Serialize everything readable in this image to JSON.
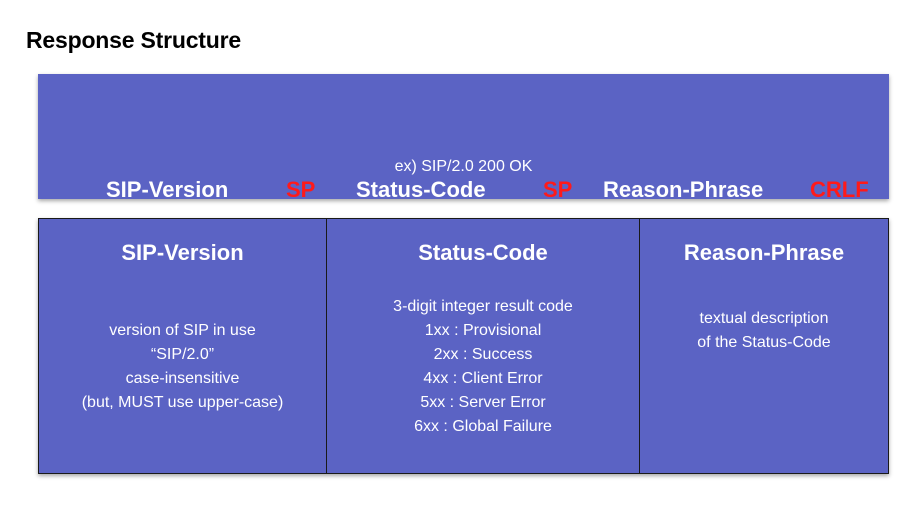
{
  "title": "Response Structure",
  "format": {
    "sip_version": "SIP-Version",
    "sp1": "SP",
    "status_code": "Status-Code",
    "sp2": "SP",
    "reason_phrase": "Reason-Phrase",
    "crlf": "CRLF"
  },
  "example": "ex) SIP/2.0 200 OK",
  "boxes": [
    {
      "title": "SIP-Version",
      "lines": [
        "version of SIP in use",
        "“SIP/2.0”",
        "case-insensitive",
        "(but, MUST use upper-case)"
      ]
    },
    {
      "title": "Status-Code",
      "lines": [
        "3-digit integer result code",
        "1xx : Provisional",
        "2xx : Success",
        "4xx : Client Error",
        "5xx : Server Error",
        "6xx : Global Failure"
      ]
    },
    {
      "title": "Reason-Phrase",
      "lines": [
        "textual description",
        "of the Status-Code"
      ]
    }
  ],
  "colors": {
    "box_fill": "#5b63c4",
    "delimiter": "#ff1a1a",
    "text": "#ffffff"
  }
}
